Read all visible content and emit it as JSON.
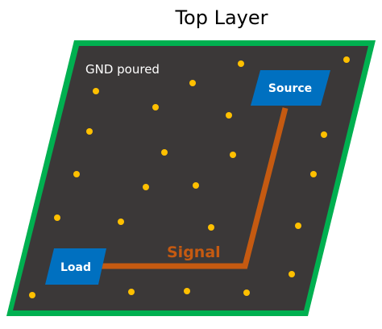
{
  "title": "Top Layer",
  "board": {
    "pour_label": "GND poured",
    "source_label": "Source",
    "load_label": "Load",
    "signal_label": "Signal"
  },
  "colors": {
    "board_fill": "#3b3838",
    "board_edge": "#00b050",
    "pad": "#0070c0",
    "trace": "#c55a11",
    "via": "#ffc000",
    "signal_text": "#c55a11"
  },
  "icons": {
    "via": "via-dot"
  }
}
